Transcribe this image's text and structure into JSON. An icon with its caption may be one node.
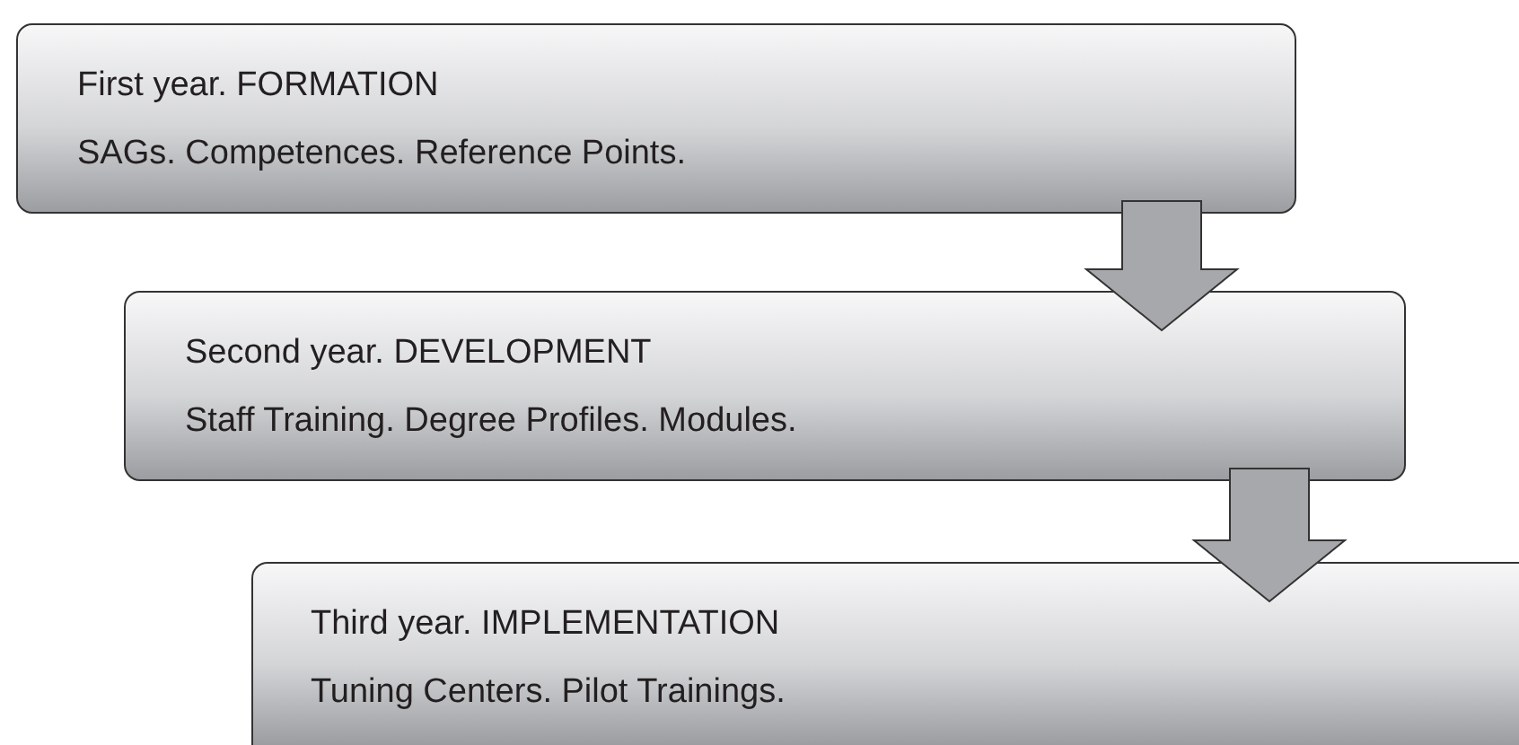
{
  "diagram": {
    "nodes": [
      {
        "text": [
          "First year. FORMATION",
          "SAGs. Competences. Reference Points."
        ]
      },
      {
        "text": [
          "Second year. DEVELOPMENT",
          "Staff Training. Degree Profiles. Modules."
        ]
      },
      {
        "text": [
          "Third year. IMPLEMENTATION",
          "Tuning Centers. Pilot Trainings."
        ]
      }
    ],
    "edges": [
      {
        "from": 0,
        "to": 1,
        "arrow": "to"
      },
      {
        "from": 1,
        "to": 2,
        "arrow": "to"
      }
    ]
  }
}
